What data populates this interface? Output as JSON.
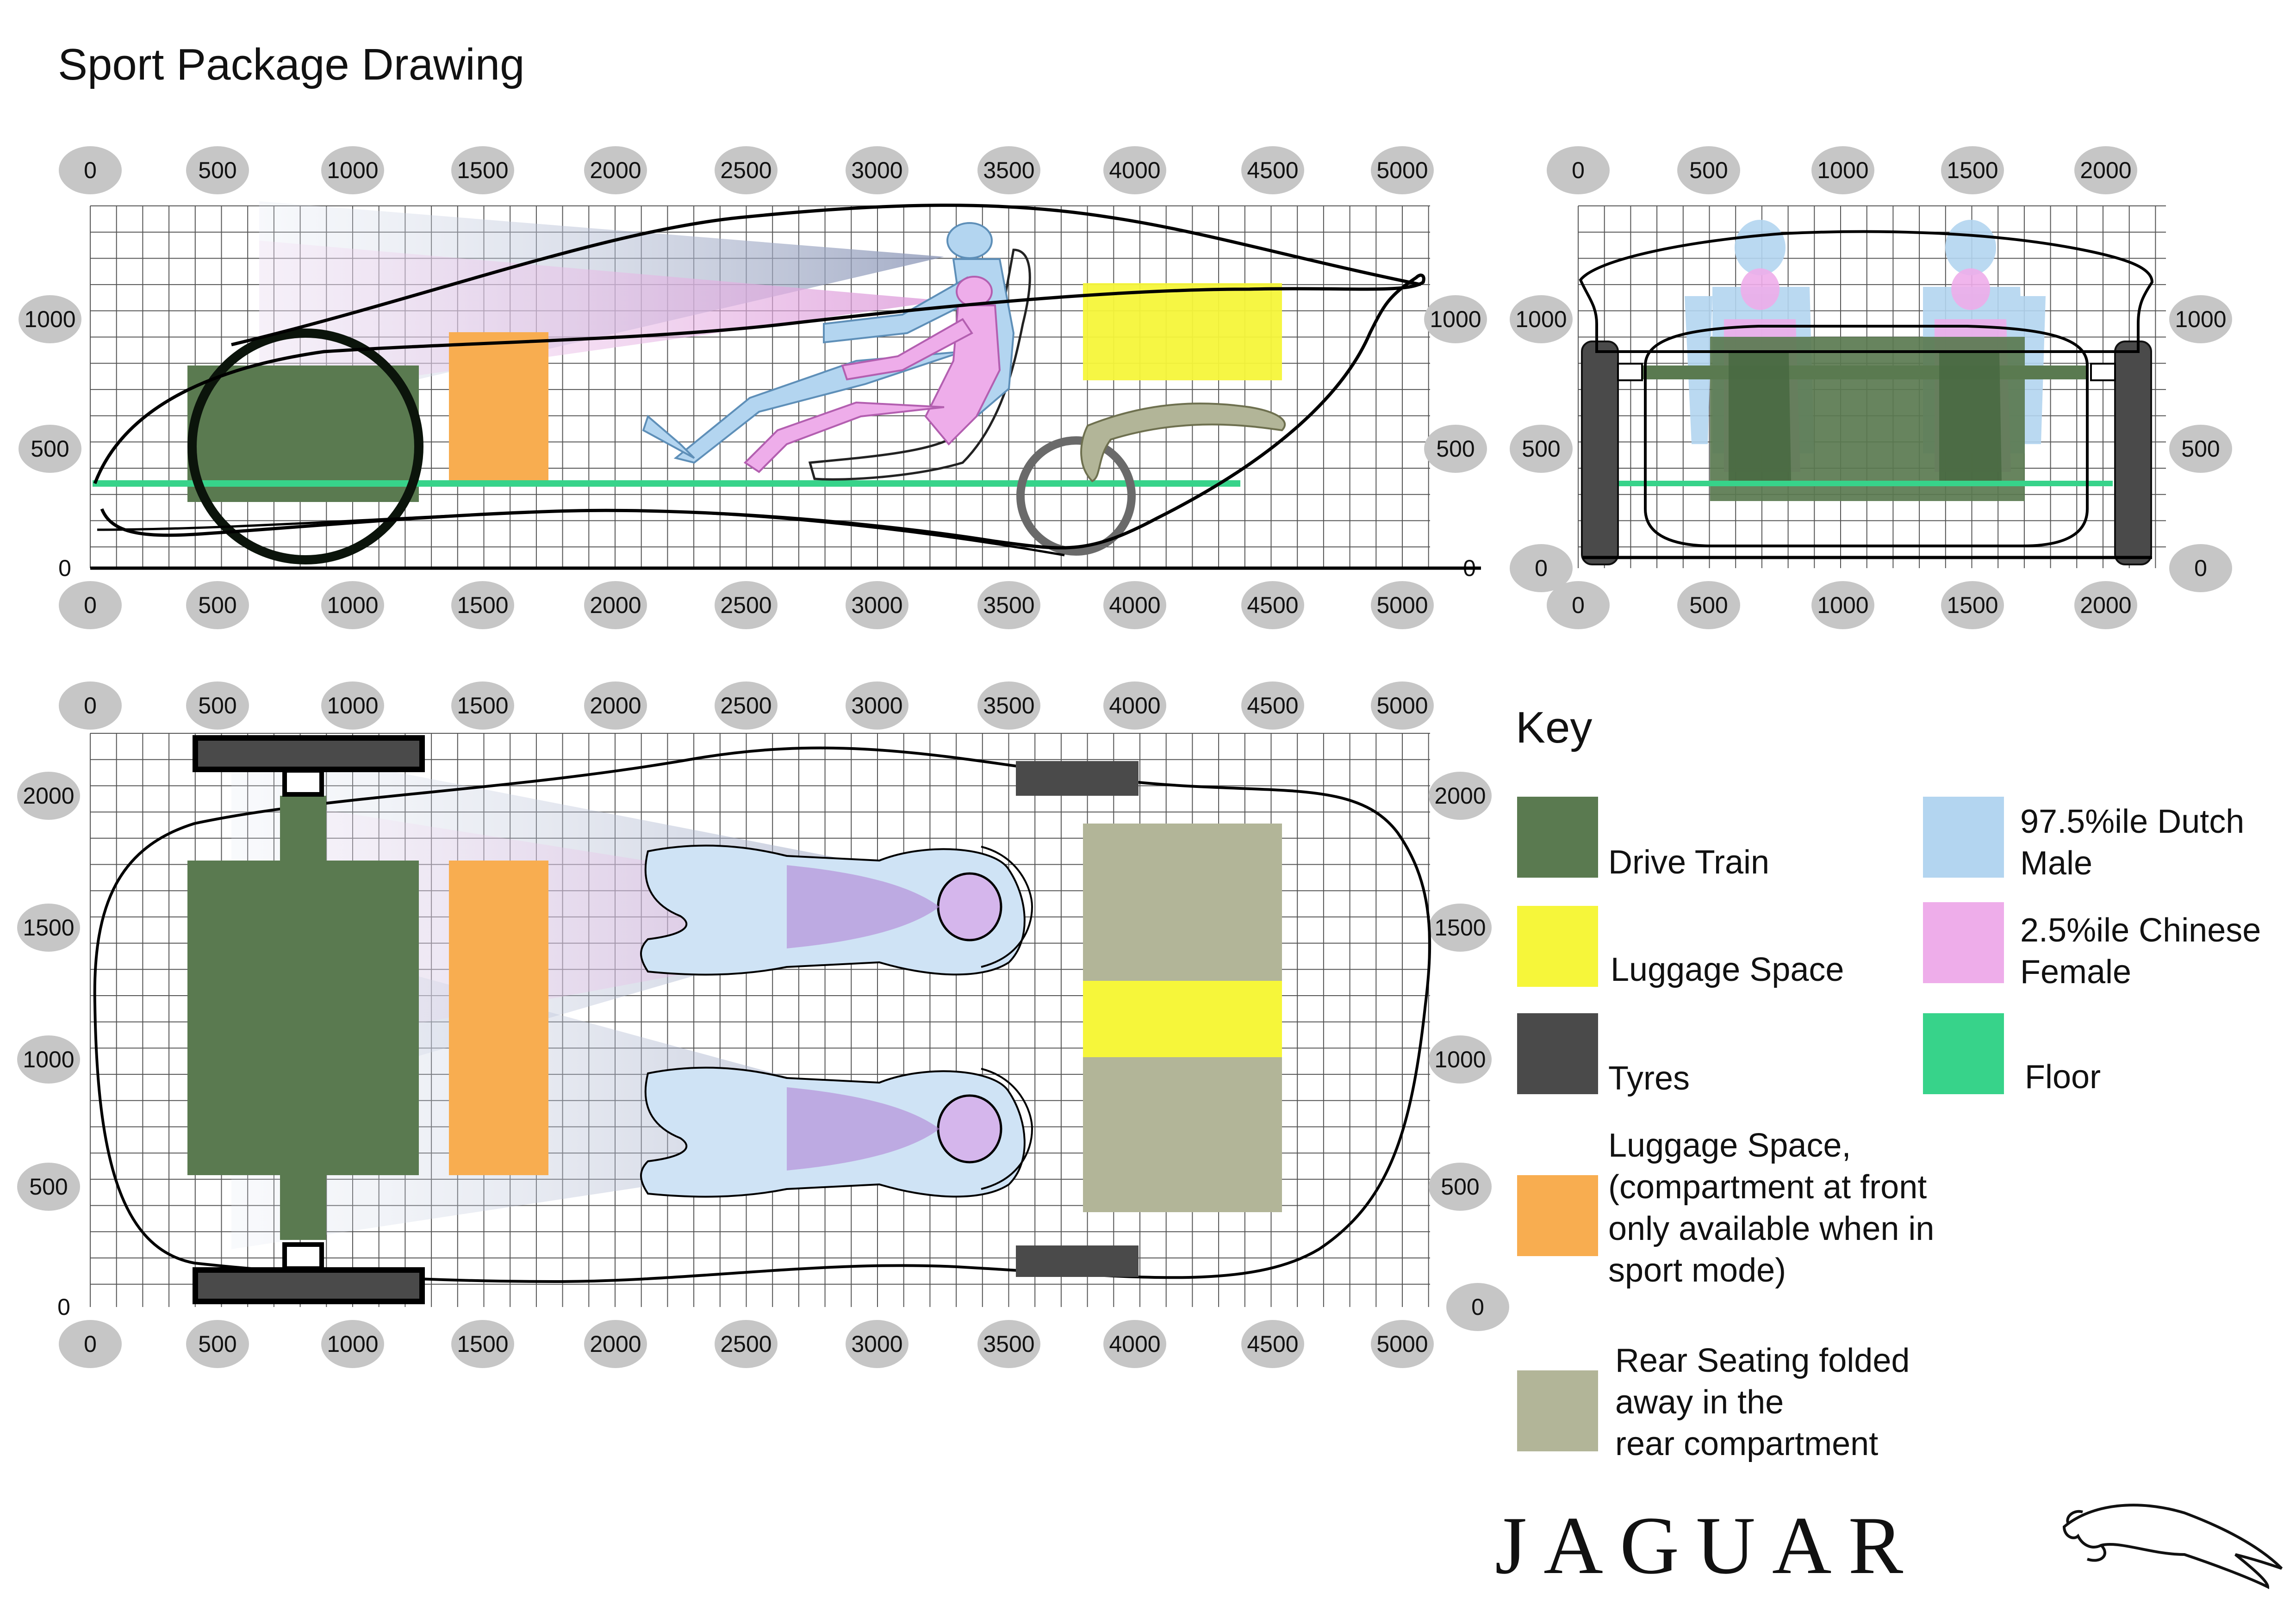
{
  "title": "Sport Package Drawing",
  "side_view": {
    "x_ticks": [
      "0",
      "500",
      "1000",
      "1500",
      "2000",
      "2500",
      "3000",
      "3500",
      "4000",
      "4500",
      "5000"
    ],
    "y_ticks": [
      "0",
      "500",
      "1000"
    ]
  },
  "front_view": {
    "x_ticks": [
      "0",
      "500",
      "1000",
      "1500",
      "2000"
    ],
    "y_ticks": [
      "0",
      "500",
      "1000"
    ]
  },
  "plan_view": {
    "x_ticks": [
      "0",
      "500",
      "1000",
      "1500",
      "2000",
      "2500",
      "3000",
      "3500",
      "4000",
      "4500",
      "5000"
    ],
    "y_ticks": [
      "0",
      "500",
      "1000",
      "1500",
      "2000"
    ]
  },
  "key": {
    "heading": "Key",
    "items": [
      {
        "id": "drive-train",
        "lines": [
          "Drive Train"
        ],
        "color": "#5a7a50"
      },
      {
        "id": "luggage-space",
        "lines": [
          "Luggage Space"
        ],
        "color": "#f6f63a"
      },
      {
        "id": "tyres",
        "lines": [
          "Tyres"
        ],
        "color": "#4a4a4a"
      },
      {
        "id": "luggage-front",
        "lines": [
          "Luggage Space,",
          "(compartment at front",
          "only available when in",
          "sport mode)"
        ],
        "color": "#f8ad50"
      },
      {
        "id": "rear-seating",
        "lines": [
          "Rear Seating folded",
          "away in the",
          "rear compartment"
        ],
        "color": "#b2b598"
      },
      {
        "id": "dutch-male",
        "lines": [
          "97.5%ile Dutch",
          "Male"
        ],
        "color": "#b3d5f0"
      },
      {
        "id": "chinese-female",
        "lines": [
          "2.5%ile Chinese",
          "Female"
        ],
        "color": "#eeadea"
      },
      {
        "id": "floor",
        "lines": [
          "Floor"
        ],
        "color": "#37d38a"
      }
    ]
  },
  "brand": {
    "wordmark": "JAGUAR",
    "logo": "leaping-jaguar-icon"
  },
  "colors": {
    "drive_train": "#5a7a50",
    "luggage_yellow": "#f6f63a",
    "luggage_orange": "#f8ad50",
    "tyre": "#4a4a4a",
    "rear_seat": "#b2b598",
    "male": "#b3d5f0",
    "female": "#eeadea",
    "floor": "#37d38a",
    "bubble": "#c6c6c6"
  }
}
